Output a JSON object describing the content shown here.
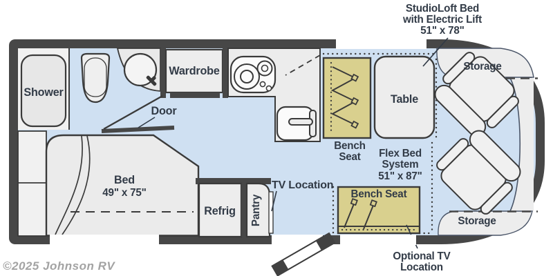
{
  "watermark": "©2025 Johnson RV",
  "colors": {
    "wall": "#474747",
    "floor_blue": "#cfe0f2",
    "furniture_gray": "#ededed",
    "bench_tan": "#d9d08e",
    "label_text": "#323b47",
    "watermark_gray": "#a3a3a3"
  },
  "labels": {
    "shower": "Shower",
    "wardrobe": "Wardrobe",
    "door": "Door",
    "bed": "Bed",
    "bed_dims": "49\" x 75\"",
    "refrig": "Refrig",
    "pantry": "Pantry",
    "tv_location": "TV Location",
    "bench_top_1": "Bench",
    "bench_top_2": "Seat",
    "table": "Table",
    "flex_1": "Flex Bed",
    "flex_2": "System",
    "flex_3": "51\" x 87\"",
    "studioloft_1": "StudioLoft Bed",
    "studioloft_2": "with Electric Lift",
    "studioloft_3": "51\" x 78\"",
    "bench_bottom": "Bench Seat",
    "storage_top": "Storage",
    "storage_bottom": "Storage",
    "optional_tv_1": "Optional TV",
    "optional_tv_2": "Location"
  }
}
